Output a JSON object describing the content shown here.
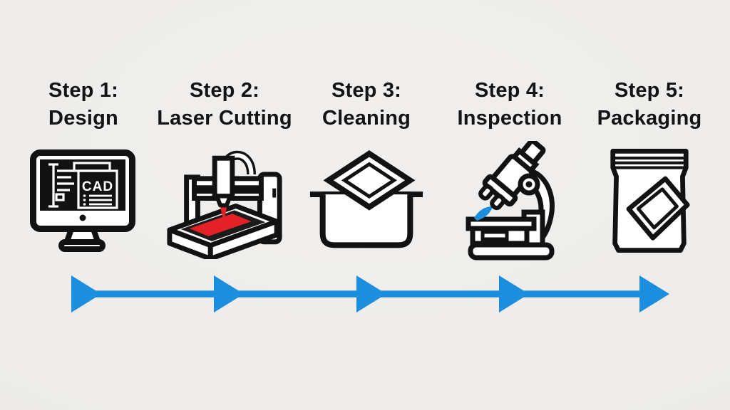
{
  "diagram": {
    "type": "process-flow",
    "direction": "left-to-right",
    "background_color": "#edecea",
    "ink_color": "#121212",
    "accent_blue": "#1b8ede",
    "accent_red": "#e32127"
  },
  "steps": [
    {
      "title": "Step 1:",
      "subtitle": "Design",
      "icon": "cad-monitor-icon",
      "screen_text": "CAD"
    },
    {
      "title": "Step 2:",
      "subtitle": "Laser Cutting",
      "icon": "laser-cutter-icon"
    },
    {
      "title": "Step 3:",
      "subtitle": "Cleaning",
      "icon": "cleaning-bath-icon"
    },
    {
      "title": "Step 4:",
      "subtitle": "Inspection",
      "icon": "microscope-icon"
    },
    {
      "title": "Step 5:",
      "subtitle": "Packaging",
      "icon": "packaged-part-bag-icon"
    }
  ],
  "flow_arrow": {
    "arrowheads": 5,
    "color": "#1b8ede",
    "direction": "right"
  }
}
